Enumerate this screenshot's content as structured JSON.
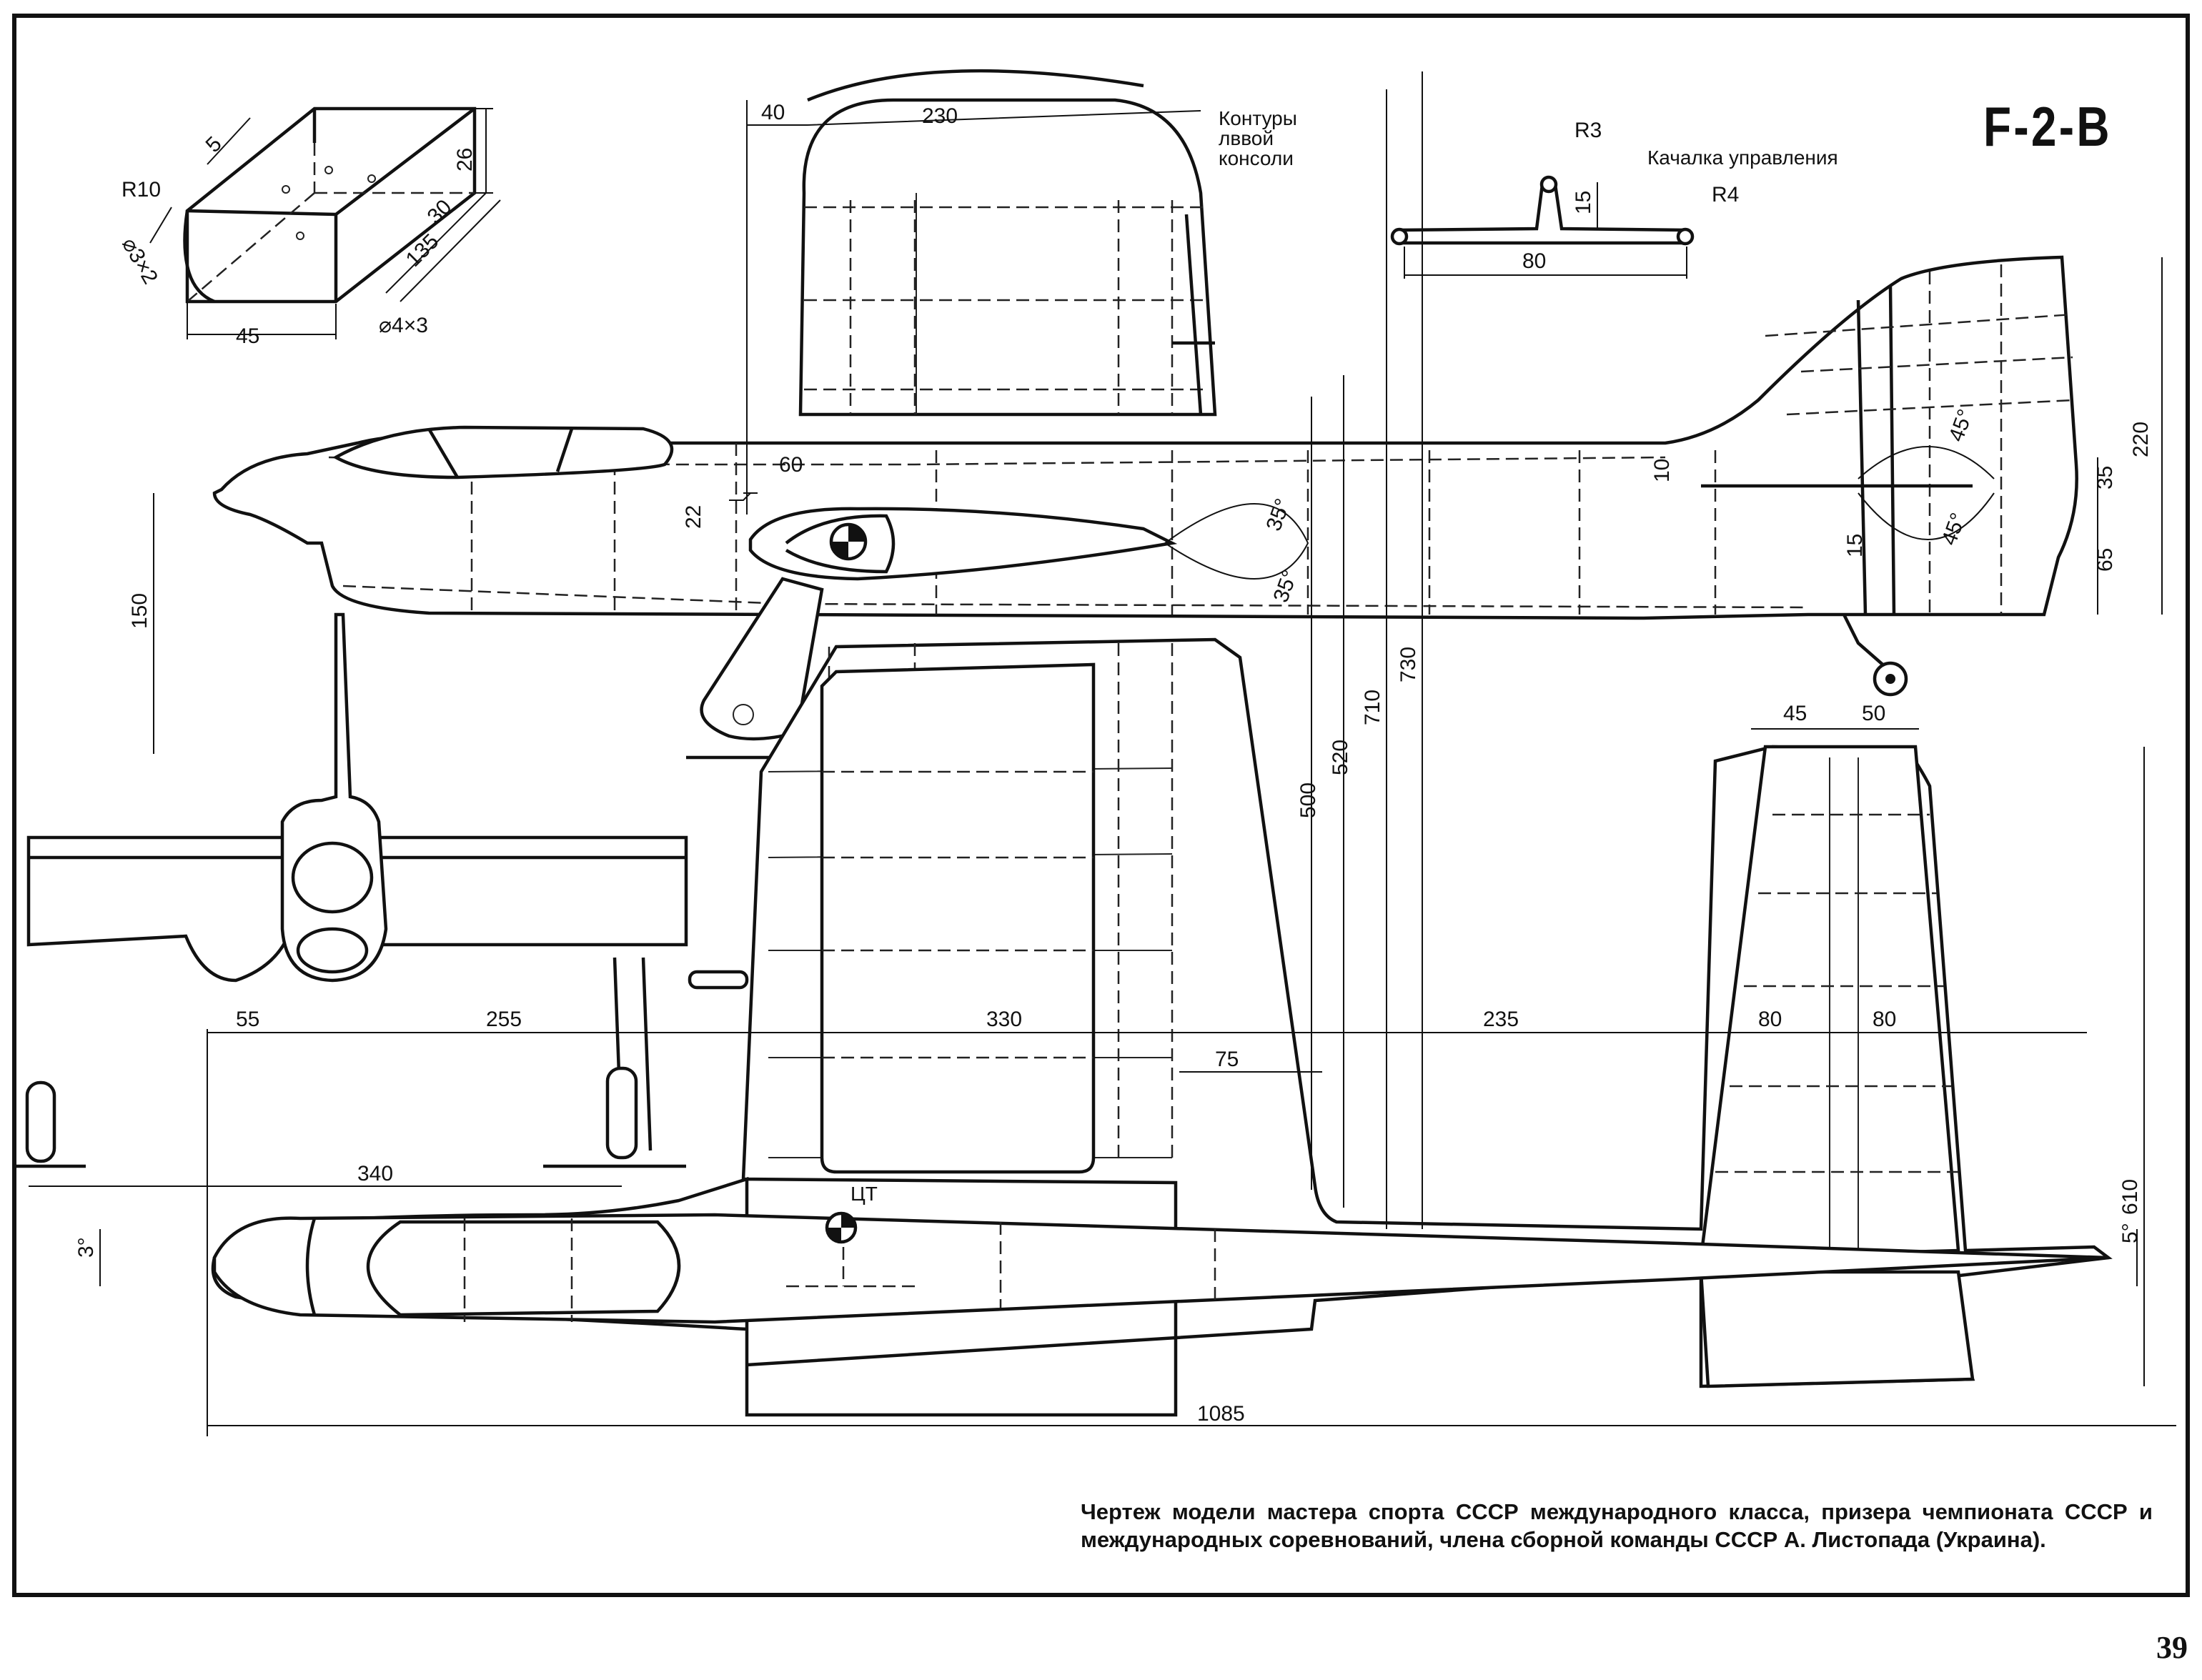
{
  "title": "F-2-B",
  "page_number": "39",
  "caption": "Чертеж модели мастера спорта СССР международного класса, призера чемпионата СССР и международных соревнований, члена сборной команды СССР А. Листопада (Украина).",
  "labels": {
    "console_contours": [
      "Контуры",
      "лввой",
      "консоли"
    ],
    "bellcrank": "Качалка управления",
    "cg": "ЦТ"
  },
  "dimensions": {
    "d40": "40",
    "d230": "230",
    "dR3": "R3",
    "dR4": "R4",
    "d15a": "15",
    "d80a": "80",
    "dR10": "R10",
    "d5": "5",
    "d26": "26",
    "d30": "30",
    "d135": "135",
    "dphi3x2": "⌀3×2",
    "dphi4x3": "⌀4×3",
    "d45a": "45",
    "d60": "60",
    "d22": "22",
    "d35deg_a": "35°",
    "d35deg_b": "35°",
    "d10": "10",
    "d15b": "15",
    "d45deg_a": "45°",
    "d45deg_b": "45°",
    "d35": "35",
    "d65": "65",
    "d220": "220",
    "d150": "150",
    "d500": "500",
    "d520": "520",
    "d710": "710",
    "d730": "730",
    "d45b": "45",
    "d50": "50",
    "d55": "55",
    "d255": "255",
    "d330": "330",
    "d75": "75",
    "d235": "235",
    "d80b": "80",
    "d80c": "80",
    "d340": "340",
    "d3deg": "3°",
    "d5deg": "5°",
    "d610": "610",
    "d1085": "1085"
  }
}
